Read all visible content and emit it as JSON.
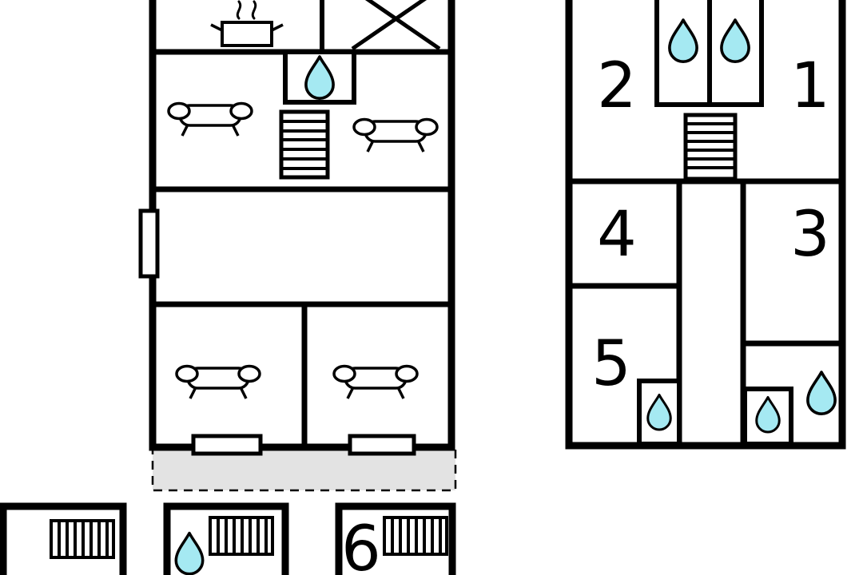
{
  "rooms": {
    "room1": "1",
    "room2": "2",
    "room3": "3",
    "room4": "4",
    "room5": "5",
    "room6": "6"
  },
  "colors": {
    "wall": "#000000",
    "water": "#a5e9f2",
    "terrace": "#e3e3e3",
    "background": "#ffffff"
  },
  "icons": {
    "water_drop": "teardrop shape (sink/bath)",
    "sofa": "couch outline with armrests and legs",
    "stove": "pot with steam lines",
    "stairs": "rectangle with rungs",
    "x_cross": "diagonal cross marker",
    "hatch": "rectangle with vertical bars"
  }
}
